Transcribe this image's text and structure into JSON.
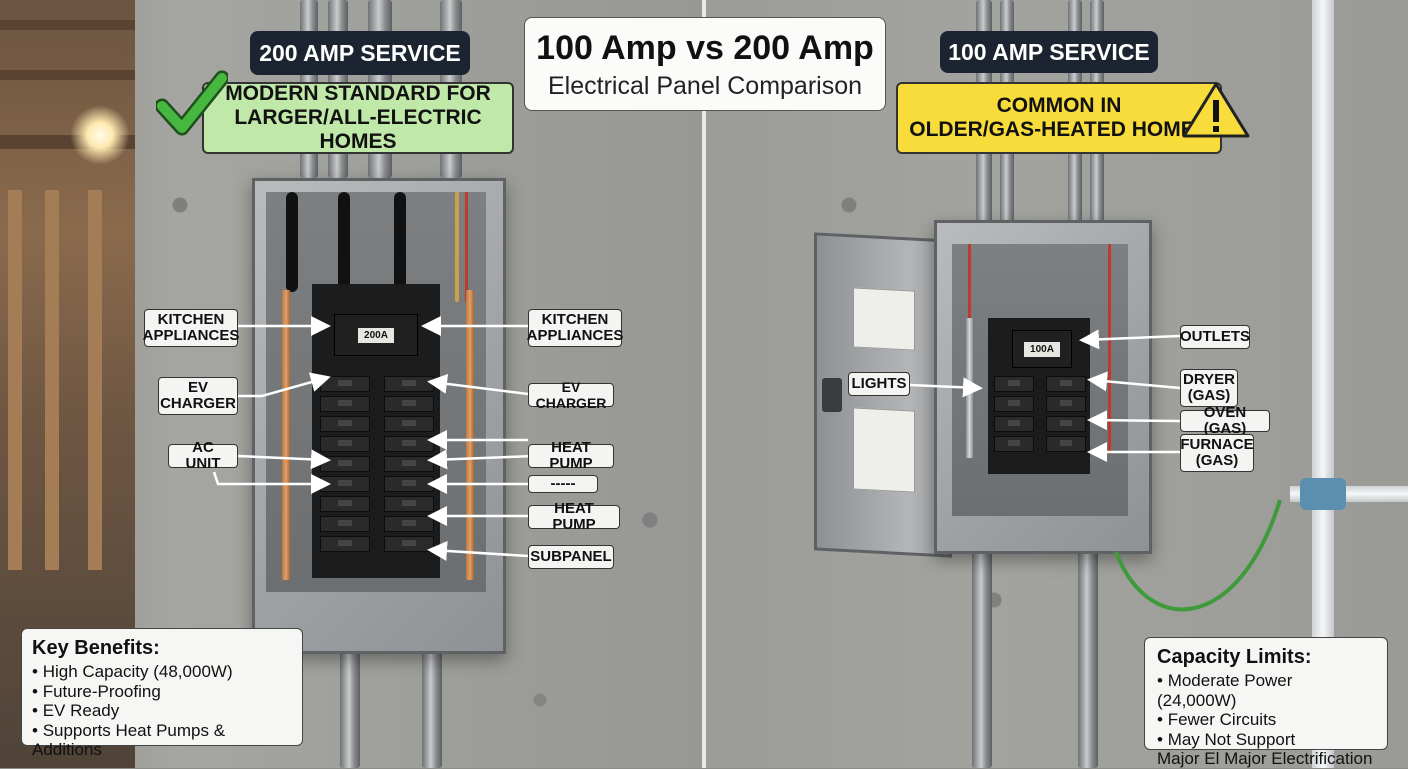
{
  "header": {
    "title_line1": "100 Amp vs 200 Amp",
    "title_line2": "Electrical Panel Comparison"
  },
  "left_panel": {
    "service_label": "200 AMP SERVICE",
    "banner_line1": "MODERN STANDARD FOR",
    "banner_line2": "LARGER/ALL-ELECTRIC HOMES",
    "banner_color": "#bfe8a9",
    "check_color": "#3aa935",
    "main_breaker": "200A",
    "callouts_left": [
      {
        "line1": "KITCHEN",
        "line2": "APPLIANCES"
      },
      {
        "line1": "EV",
        "line2": "CHARGER"
      },
      {
        "line1": "AC UNIT",
        "line2": ""
      }
    ],
    "callouts_right": [
      {
        "line1": "KITCHEN",
        "line2": "APPLIANCES"
      },
      {
        "line1": "EV CHARGER",
        "line2": ""
      },
      {
        "line1": "HEAT PUMP",
        "line2": ""
      },
      {
        "line1": "-----",
        "line2": ""
      },
      {
        "line1": "HEAT PUMP",
        "line2": ""
      },
      {
        "line1": "SUBPANEL",
        "line2": ""
      }
    ],
    "info_title": "Key Benefits:",
    "info_items": [
      "High Capacity (48,000W)",
      "Future-Proofing",
      "EV Ready",
      "Supports Heat Pumps & Additions"
    ]
  },
  "right_panel": {
    "service_label": "100 AMP SERVICE",
    "banner_line1": "COMMON IN",
    "banner_line2": "OLDER/GAS-HEATED HOMES",
    "banner_color": "#f7dc3b",
    "warning_icon": "warning-triangle-icon",
    "main_breaker": "100A",
    "callouts_left": [
      {
        "line1": "LIGHTS",
        "line2": ""
      }
    ],
    "callouts_right": [
      {
        "line1": "OUTLETS",
        "line2": ""
      },
      {
        "line1": "DRYER",
        "line2": "(GAS)"
      },
      {
        "line1": "OVEN (GAS)",
        "line2": ""
      },
      {
        "line1": "FURNACE",
        "line2": "(GAS)"
      }
    ],
    "info_title": "Capacity Limits:",
    "info_items": [
      "Moderate Power (24,000W)",
      "Fewer Circuits",
      "May Not Support"
    ],
    "info_continuation": "Major El Major Electrification"
  }
}
